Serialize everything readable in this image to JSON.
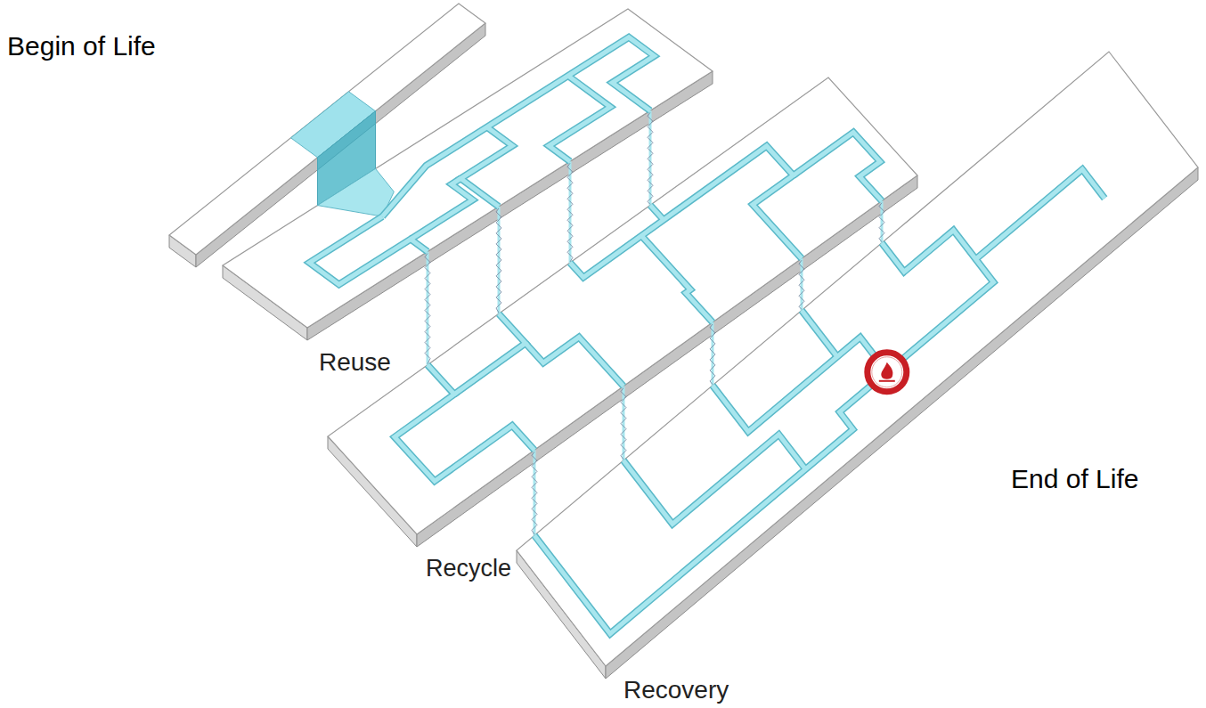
{
  "diagram": {
    "labels": [
      "Begin of Life",
      "Reuse",
      "Recycle",
      "Recovery",
      "End of Life"
    ]
  }
}
